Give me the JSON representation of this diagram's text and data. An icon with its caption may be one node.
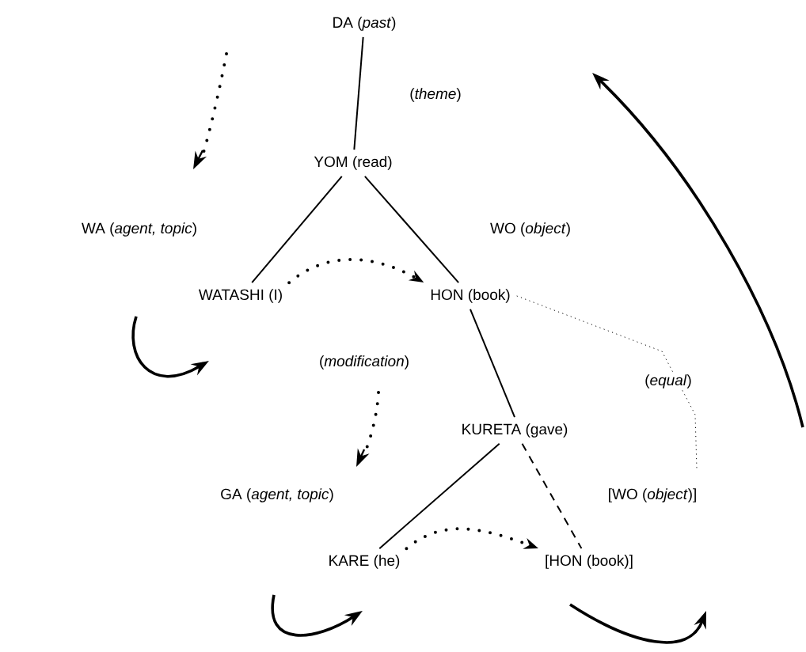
{
  "diagram": {
    "nodes": [
      {
        "text": [
          "DA (*past*)"
        ]
      },
      {
        "text": [
          "YOM (read)"
        ]
      },
      {
        "text": [
          "WATASHI (I)"
        ]
      },
      {
        "text": [
          "HON (book)"
        ]
      },
      {
        "text": [
          "KURETA (gave)"
        ]
      },
      {
        "text": [
          "KARE (he)"
        ]
      },
      {
        "text": [
          "[HON (book)]"
        ]
      }
    ],
    "edges": [
      {
        "from": 0,
        "to": 1,
        "arrow": "none",
        "label": "(*theme*)"
      },
      {
        "from": 1,
        "to": 2,
        "arrow": "none",
        "label": "WA (*agent, topic*)"
      },
      {
        "from": 1,
        "to": 3,
        "arrow": "none",
        "label": "WO (*object*)"
      },
      {
        "from": 3,
        "to": 4,
        "arrow": "none",
        "label": "(*modification*)"
      },
      {
        "from": 4,
        "to": 5,
        "arrow": "none",
        "label": "GA (*agent, topic*)"
      },
      {
        "from": 4,
        "to": 6,
        "arrow": "none",
        "label": "[WO (*object*)]",
        "style": "dashed"
      },
      {
        "from": 3,
        "to": null,
        "arrow": "none",
        "label": "(*equal*)",
        "style": "dashed"
      },
      {
        "from": 2,
        "to": 3,
        "arrow": "to",
        "style": "dashed"
      },
      {
        "from": 5,
        "to": 6,
        "arrow": "to",
        "style": "dashed"
      }
    ]
  }
}
